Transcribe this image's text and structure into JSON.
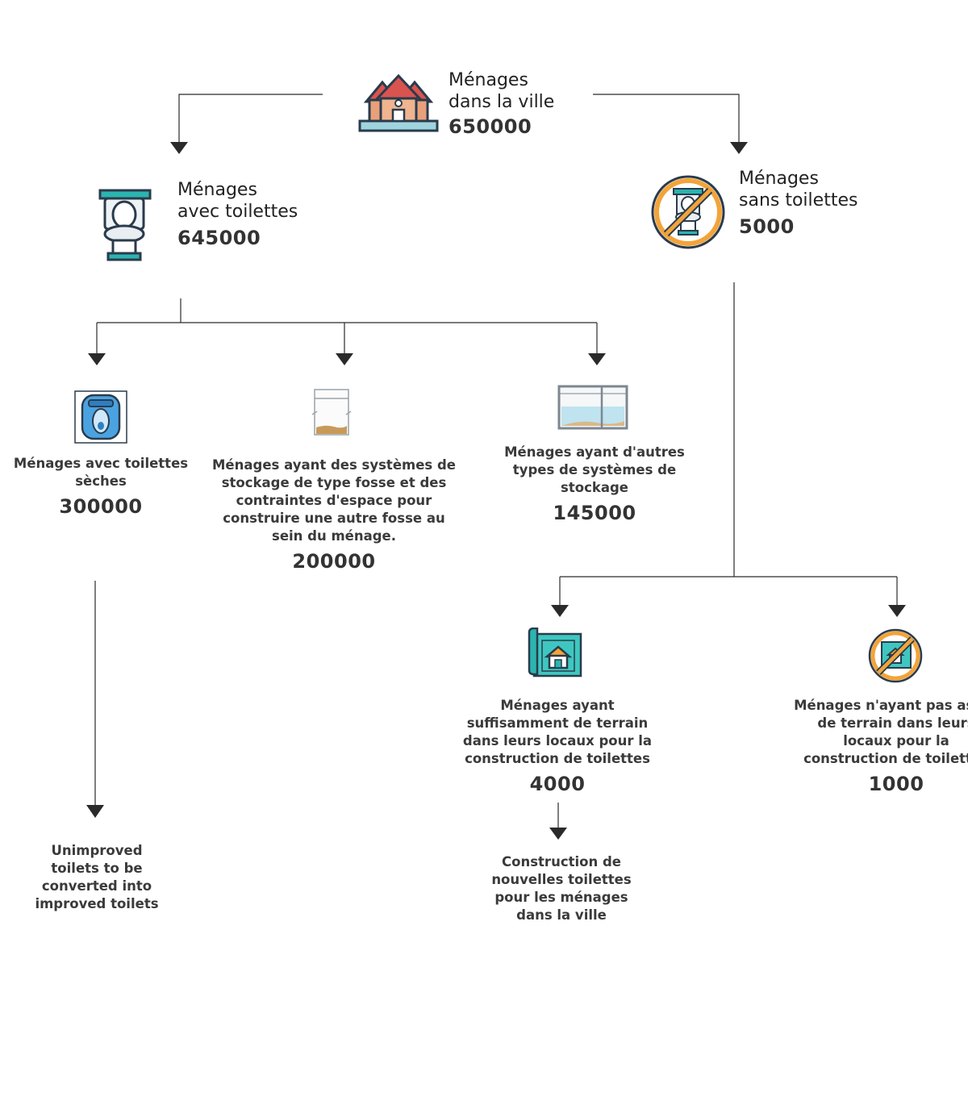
{
  "root": {
    "line1": "Ménages",
    "line2": "dans la ville",
    "value": "650000",
    "icon": "houses-icon"
  },
  "with_toilets": {
    "line1": "Ménages",
    "line2": "avec toilettes",
    "value": "645000",
    "icon": "toilet-icon"
  },
  "without_toilets": {
    "line1": "Ménages",
    "line2": "sans toilettes",
    "value": "5000",
    "icon": "no-toilet-icon"
  },
  "dry_toilets": {
    "label": "Ménages avec toilettes sèches",
    "value": "300000",
    "icon": "squat-toilet-icon"
  },
  "pit_storage": {
    "label": "Ménages ayant des systèmes de stockage de type fosse et des contraintes d'espace pour construire une autre fosse au sein du ménage.",
    "value": "200000",
    "icon": "pit-tank-icon"
  },
  "other_storage": {
    "label": "Ménages ayant d'autres types de systèmes de stockage",
    "value": "145000",
    "icon": "storage-tank-icon"
  },
  "enough_land": {
    "label": "Ménages ayant suffisamment de terrain dans leurs locaux pour la construction de toilettes",
    "value": "4000",
    "icon": "house-plan-icon"
  },
  "not_enough_land": {
    "label": "Ménages n'ayant pas assez de terrain dans leurs locaux pour la construction de toilettes",
    "value": "1000",
    "icon": "no-house-plan-icon"
  },
  "unimproved": {
    "label": "Unimproved toilets to be converted into improved toilets"
  },
  "new_construction": {
    "label": "Construction de nouvelles toilettes pour les ménages dans la ville"
  },
  "colors": {
    "line": "#2a2a2a",
    "roof": "#d9534f",
    "wall": "#e8a07a",
    "teal": "#2bb5b0",
    "forbid": "#f2a43a"
  }
}
